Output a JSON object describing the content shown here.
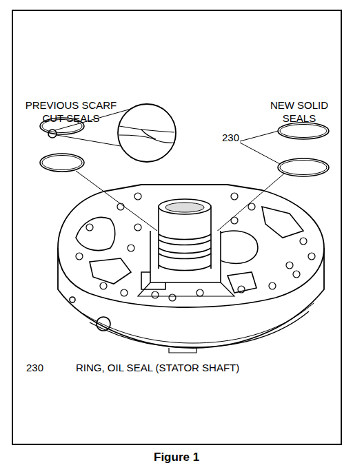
{
  "diagram": {
    "caption": "Figure 1",
    "labels": [
      "PREVIOUS SCARF CUT SEALS",
      "NEW SOLID SEALS",
      "230",
      "230",
      "RING, OIL SEAL (STATOR SHAFT)"
    ]
  }
}
